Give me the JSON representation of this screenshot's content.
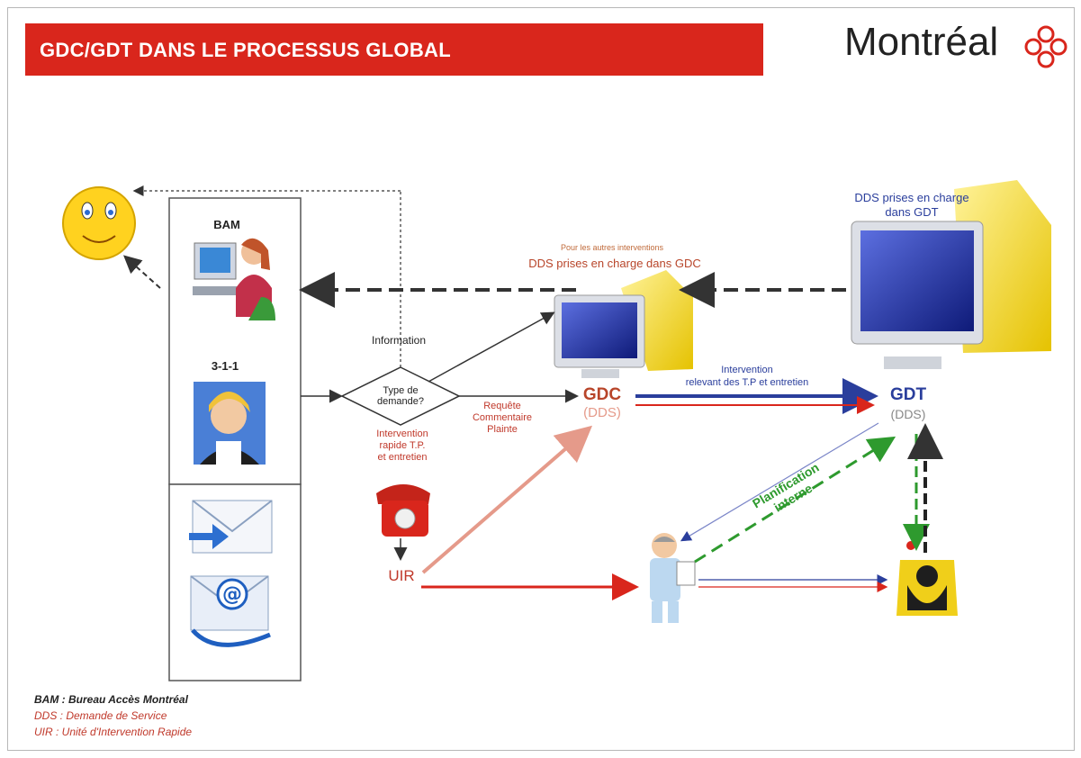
{
  "header": {
    "title": "GDC/GDT DANS LE PROCESSUS GLOBAL",
    "logo_text": "Montréal",
    "title_bg": "#d9261c"
  },
  "sources": {
    "bam": "BAM",
    "line311": "3-1-1"
  },
  "decision": {
    "label_line1": "Type de",
    "label_line2": "demande?",
    "information": "Information",
    "requete_line1": "Requête",
    "requete_line2": "Commentaire",
    "requete_line3": "Plainte",
    "intervention_line1": "Intervention",
    "intervention_line2": "rapide T.P.",
    "intervention_line3": "et entretien"
  },
  "gdc": {
    "name": "GDC",
    "sub": "(DDS)",
    "note_small": "Pour les autres interventions",
    "note": "DDS prises en charge dans GDC"
  },
  "gdt": {
    "name": "GDT",
    "sub": "(DDS)",
    "note_line1": "DDS prises en charge",
    "note_line2": "dans  GDT"
  },
  "flow": {
    "intervention_line1": "Intervention",
    "intervention_line2": "relevant des T.P et entretien",
    "planification_line1": "Planification",
    "planification_line2": "interne"
  },
  "uir": "UIR",
  "legend": {
    "bam": "BAM : Bureau Accès Montréal",
    "dds": "DDS : Demande de Service",
    "uir": "UIR : Unité d'Intervention Rapide"
  },
  "colors": {
    "red": "#d9261c",
    "blue": "#2a3e9c",
    "green": "#2e9a2e",
    "dark": "#333333"
  }
}
